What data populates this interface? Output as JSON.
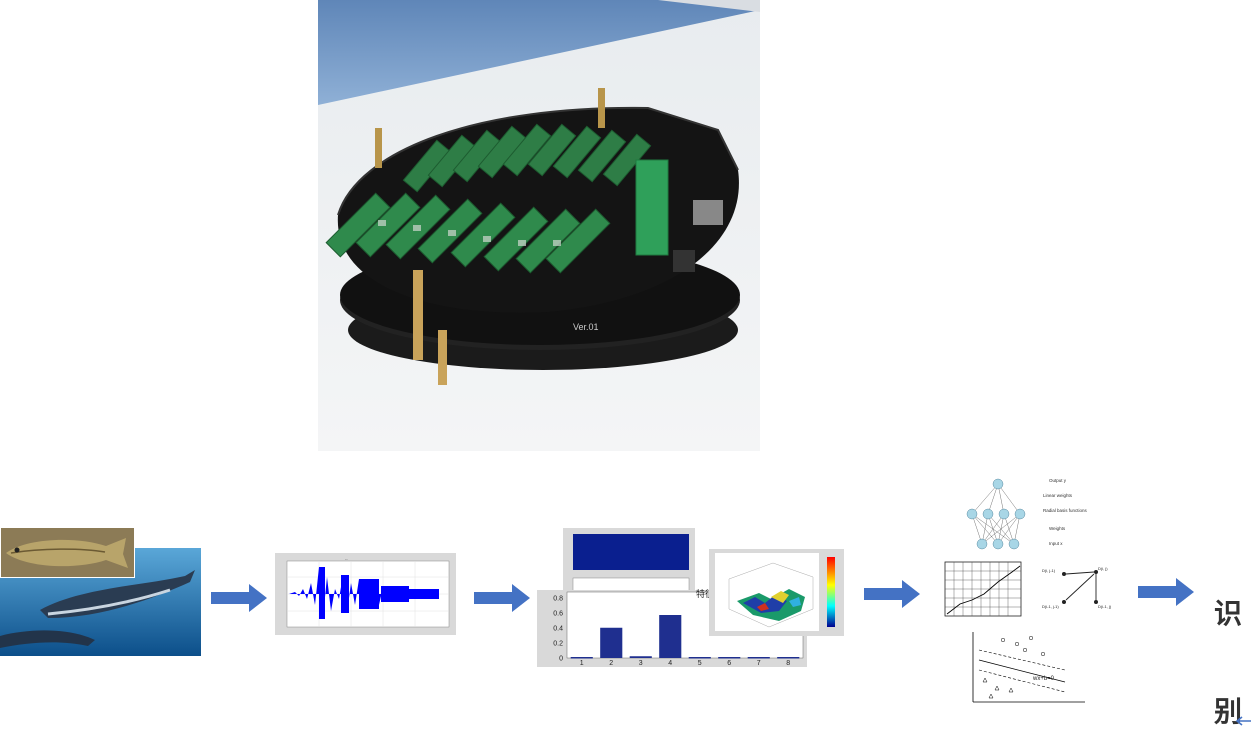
{
  "hardware_photo": {
    "board_silkscreen": "Ver.01"
  },
  "pipeline": {
    "stages": [
      "fish-whale-photos",
      "time-waveform",
      "feature-plots",
      "classifier-models",
      "recognition"
    ],
    "recognition_label_line1": "识",
    "recognition_label_line2": "别"
  },
  "feature_plots": {
    "bar_chart": {
      "type": "bar",
      "categories": [
        "1",
        "2",
        "3",
        "4",
        "5",
        "6",
        "7",
        "8"
      ],
      "values": [
        0.0,
        0.39,
        0.01,
        0.56,
        0.0,
        0.0,
        0.0,
        0.0
      ],
      "ylim": [
        0,
        0.8
      ],
      "yticks": [
        "0.8",
        "0.6",
        "0.4",
        "0.2",
        "0"
      ]
    },
    "side_label": "特征"
  },
  "rbf_network": {
    "labels": [
      "Output y",
      "Linear weights",
      "Radial basis functions",
      "Weights",
      "Input x"
    ]
  },
  "svm_plot": {
    "equation": "wx+b=0"
  },
  "colors": {
    "arrow": "#4472c4",
    "waveform": "#0000ff",
    "bar": "#1f2f8f"
  }
}
